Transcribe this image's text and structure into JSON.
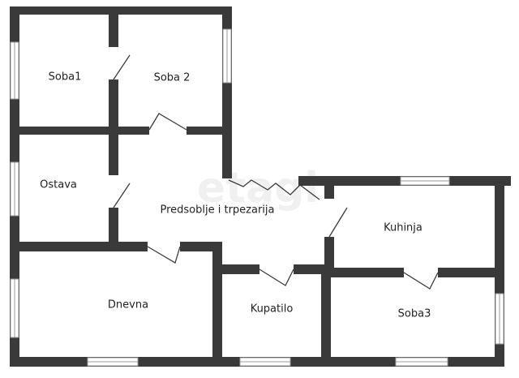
{
  "watermark": "etagi",
  "rooms": [
    {
      "key": "soba1",
      "label": "Soba1"
    },
    {
      "key": "soba2",
      "label": "Soba 2"
    },
    {
      "key": "ostava",
      "label": "Ostava"
    },
    {
      "key": "predsoblje",
      "label": "Predsoblje i trpezarija"
    },
    {
      "key": "kuhinja",
      "label": "Kuhinja"
    },
    {
      "key": "dnevna",
      "label": "Dnevna"
    },
    {
      "key": "kupatilo",
      "label": "Kupatilo"
    },
    {
      "key": "soba3",
      "label": "Soba3"
    }
  ],
  "colors": {
    "wall": "#3a3a3a",
    "window": "#9a9a9a",
    "background": "#ffffff"
  }
}
